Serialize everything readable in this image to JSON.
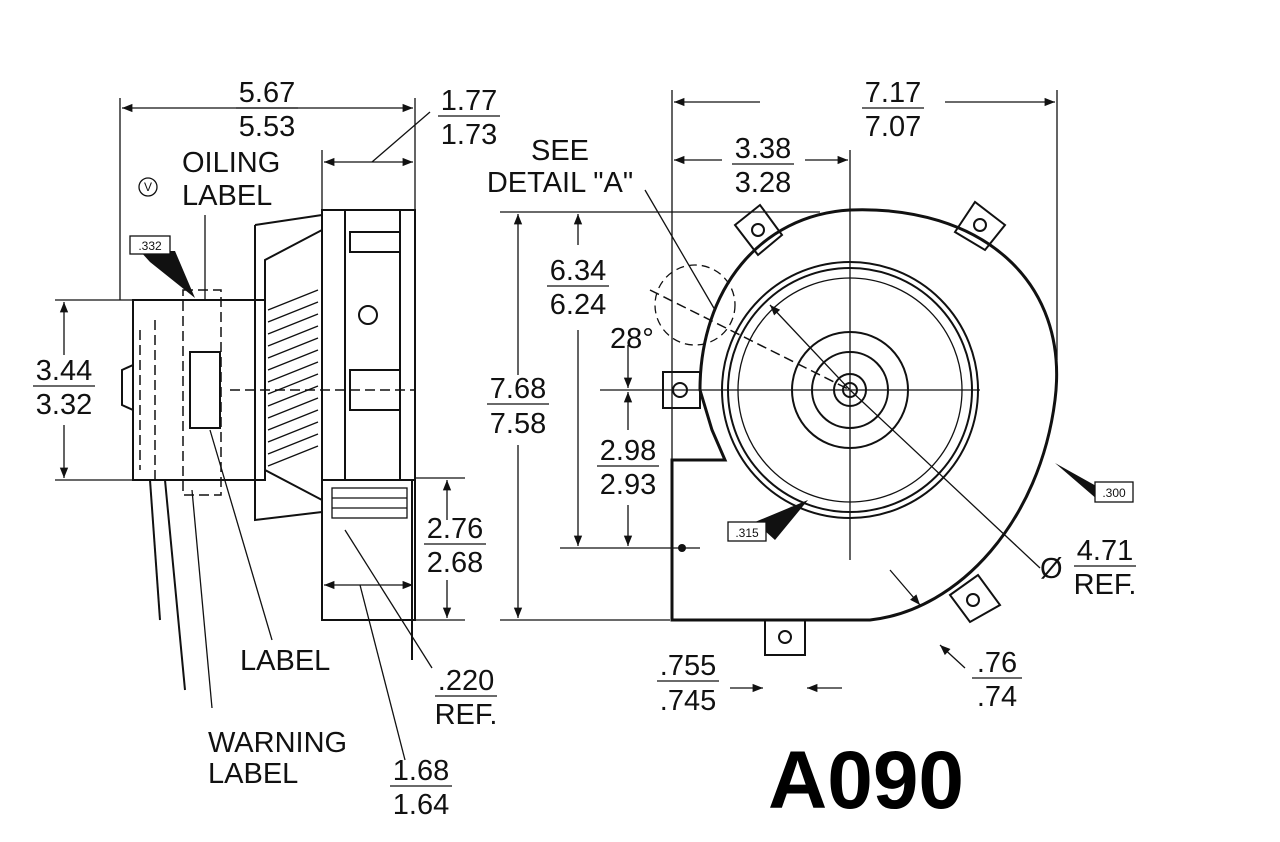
{
  "title": "A090",
  "dims": {
    "overall_length": {
      "top": "5.67",
      "bottom": "5.53"
    },
    "flange_depth": {
      "top": "1.77",
      "bottom": "1.73"
    },
    "overall_width": {
      "top": "7.17",
      "bottom": "7.07"
    },
    "center_offset": {
      "top": "3.38",
      "bottom": "3.28"
    },
    "top_to_center": {
      "top": "6.34",
      "bottom": "6.24"
    },
    "motor_dia": {
      "top": "3.44",
      "bottom": "3.32"
    },
    "overall_height": {
      "top": "7.68",
      "bottom": "7.58"
    },
    "center_to_outlet": {
      "top": "2.98",
      "bottom": "2.93"
    },
    "outlet_height": {
      "top": "2.76",
      "bottom": "2.68"
    },
    "wheel_dia": {
      "symbol": "Ø",
      "top": "4.71",
      "bottom": "REF."
    },
    "flange_thickness": {
      "top": ".220",
      "bottom": "REF."
    },
    "tab_width": {
      "top": ".755",
      "bottom": ".745"
    },
    "tab_offset": {
      "top": ".76",
      "bottom": ".74"
    },
    "outlet_width": {
      "top": "1.68",
      "bottom": "1.64"
    },
    "angle": "28°"
  },
  "labels": {
    "see_detail": [
      "SEE",
      "DETAIL \"A\""
    ],
    "oiling_label": [
      "OILING",
      "LABEL"
    ],
    "label": "LABEL",
    "warning_label": [
      "WARNING",
      "LABEL"
    ],
    "voltage_symbol": "V"
  },
  "hole_tags": [
    ".332",
    ".315",
    ".300"
  ]
}
